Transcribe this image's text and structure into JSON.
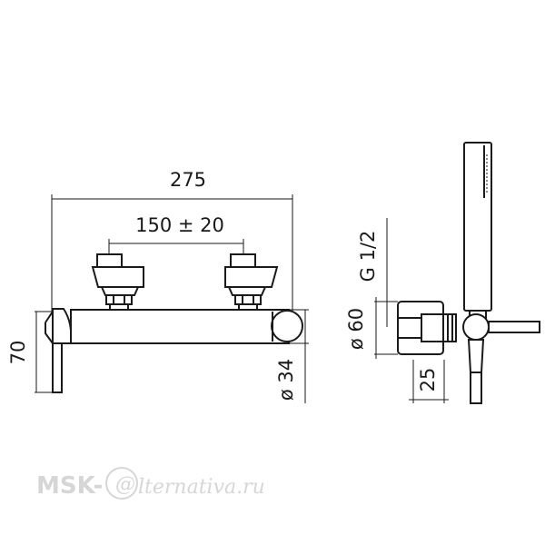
{
  "dimensions": {
    "overall_width": "275",
    "handle_spacing": "150 ± 20",
    "height": "70",
    "diameter_body": "ø 34",
    "diameter_flange": "ø 60",
    "thread": "G 1/2",
    "depth": "25"
  },
  "watermark": {
    "prefix": "MSK-",
    "at_sign": "@",
    "suffix": "lternativa.ru"
  },
  "colors": {
    "ink": "#1a1a1a",
    "watermark": "#d6d6d6"
  }
}
